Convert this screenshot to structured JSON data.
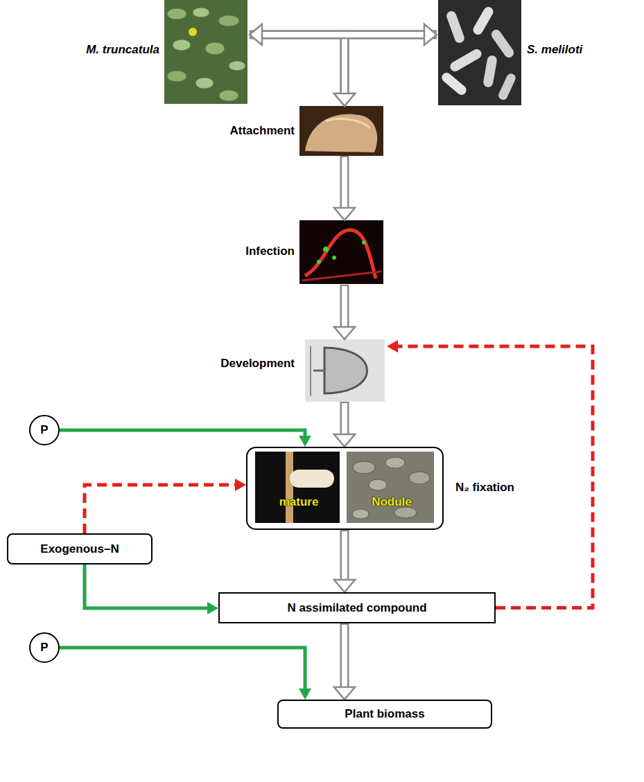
{
  "diagram": {
    "nodes": [
      {
        "text": [
          "M. truncatula"
        ]
      },
      {
        "text": [
          "S. meliloti"
        ]
      },
      {
        "text": [
          "Attachment"
        ]
      },
      {
        "text": [
          "Infection"
        ]
      },
      {
        "text": [
          "Development"
        ]
      },
      {
        "text": [
          "P"
        ]
      },
      {
        "text": [
          "mature",
          "Nodule",
          "N₂ fixation"
        ]
      },
      {
        "text": [
          "Exogenous–N"
        ]
      },
      {
        "text": [
          "N assimilated compound"
        ]
      },
      {
        "text": [
          "P"
        ]
      },
      {
        "text": [
          "Plant biomass"
        ]
      }
    ],
    "edges": [
      {
        "from": 0,
        "to": 1,
        "arrow": "both"
      },
      {
        "from": 0,
        "to": 2,
        "arrow": "to"
      },
      {
        "from": 1,
        "to": 2,
        "arrow": "to"
      },
      {
        "from": 2,
        "to": 3,
        "arrow": "to"
      },
      {
        "from": 3,
        "to": 4,
        "arrow": "to"
      },
      {
        "from": 4,
        "to": 6,
        "arrow": "to"
      },
      {
        "from": 5,
        "to": 6,
        "arrow": "to"
      },
      {
        "from": 7,
        "to": 6,
        "arrow": "to"
      },
      {
        "from": 7,
        "to": 8,
        "arrow": "to"
      },
      {
        "from": 6,
        "to": 8,
        "arrow": "to"
      },
      {
        "from": 8,
        "to": 4,
        "arrow": "to"
      },
      {
        "from": 9,
        "to": 10,
        "arrow": "to"
      },
      {
        "from": 8,
        "to": 10,
        "arrow": "to"
      }
    ]
  }
}
